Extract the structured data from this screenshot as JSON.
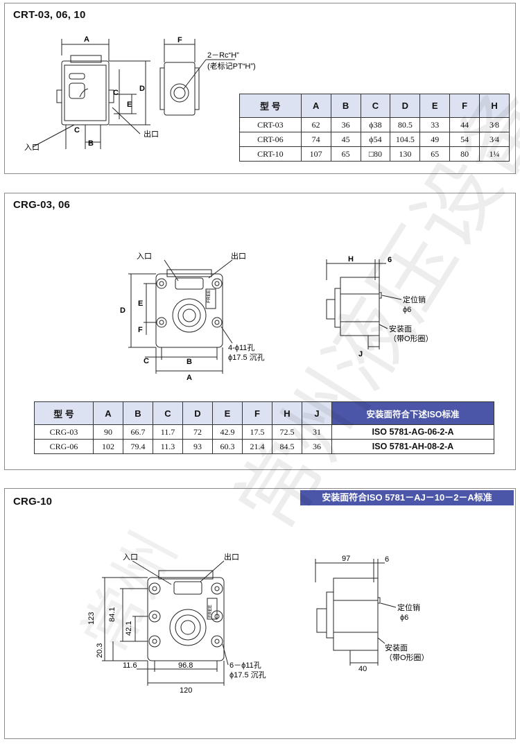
{
  "watermark": {
    "line1": "常州液压设备",
    "line2": "常州"
  },
  "crt": {
    "title": "CRT-03, 06, 10",
    "labels": {
      "a": "A",
      "b": "B",
      "c": "C",
      "d": "D",
      "e": "E",
      "f": "F",
      "c2": "C",
      "port_top": "2－Rc“H”",
      "port_old": "(老标记PT“H”)",
      "inlet": "入口",
      "outlet": "出口"
    },
    "table": {
      "headers": [
        "型 号",
        "A",
        "B",
        "C",
        "D",
        "E",
        "F",
        "H"
      ],
      "rows": [
        [
          "CRT-03",
          "62",
          "36",
          "ϕ38",
          "80.5",
          "33",
          "44",
          "3⁄8"
        ],
        [
          "CRT-06",
          "74",
          "45",
          "ϕ54",
          "104.5",
          "49",
          "54",
          "3⁄4"
        ],
        [
          "CRT-10",
          "107",
          "65",
          "□80",
          "130",
          "65",
          "80",
          "1¼"
        ]
      ]
    }
  },
  "crg0306": {
    "title": "CRG-03, 06",
    "labels": {
      "inlet": "入口",
      "outlet": "出口",
      "d": "D",
      "e": "E",
      "f": "F",
      "c": "C",
      "b": "B",
      "a": "A",
      "holes": "4-ϕ11孔",
      "counterbore": "ϕ17.5 沉孔",
      "h": "H",
      "six": "6",
      "j": "J",
      "pin": "定位销",
      "pin_d": "ϕ6",
      "mount": "安装面",
      "oring": "（带O形圈）",
      "free": "FREE"
    },
    "table": {
      "headers": [
        "型 号",
        "A",
        "B",
        "C",
        "D",
        "E",
        "F",
        "H",
        "J",
        "安装面符合下述ISO标准"
      ],
      "rows": [
        [
          "CRG-03",
          "90",
          "66.7",
          "11.7",
          "72",
          "42.9",
          "17.5",
          "72.5",
          "31",
          "ISO 5781-AG-06-2-A"
        ],
        [
          "CRG-06",
          "102",
          "79.4",
          "11.3",
          "93",
          "60.3",
          "21.4",
          "84.5",
          "36",
          "ISO 5781-AH-08-2-A"
        ]
      ]
    }
  },
  "crg10": {
    "title": "CRG-10",
    "banner": "安装面符合ISO 5781－AJ－10－2－A标准",
    "labels": {
      "inlet": "入口",
      "outlet": "出口",
      "d123": "123",
      "d84": "84.1",
      "d42": "42.1",
      "d20": "20.3",
      "d11": "11.6",
      "d96": "96.8",
      "d120": "120",
      "holes": "6－ϕ11孔",
      "counterbore": "ϕ17.5 沉孔",
      "d97": "97",
      "six": "6",
      "pin": "定位销",
      "pin_d": "ϕ6",
      "d40": "40",
      "mount": "安装面",
      "oring": "（带O形圈）",
      "free": "FREE"
    }
  }
}
